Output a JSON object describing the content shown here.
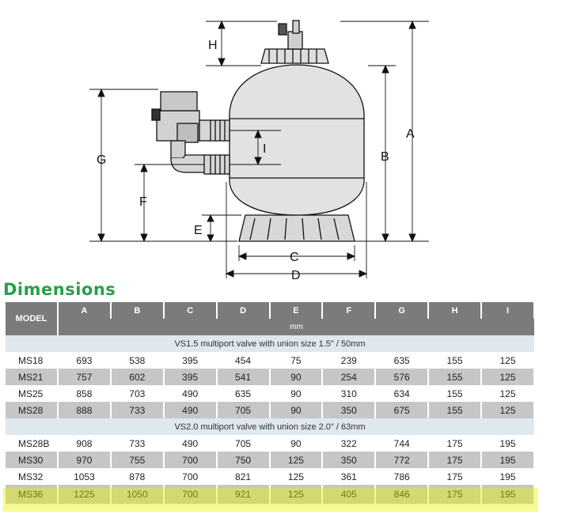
{
  "diagram": {
    "dimension_labels": [
      "A",
      "B",
      "C",
      "D",
      "E",
      "F",
      "G",
      "H",
      "I"
    ]
  },
  "section_title": "Dimensions",
  "table": {
    "model_header": "MODEL",
    "columns": [
      "A",
      "B",
      "C",
      "D",
      "E",
      "F",
      "G",
      "H",
      "I"
    ],
    "units": "mm",
    "groups": [
      {
        "title": "VS1.5 multiport valve with union size 1.5\" / 50mm",
        "rows": [
          {
            "model": "MS18",
            "values": [
              "693",
              "538",
              "395",
              "454",
              "75",
              "239",
              "635",
              "155",
              "125"
            ]
          },
          {
            "model": "MS21",
            "values": [
              "757",
              "602",
              "395",
              "541",
              "90",
              "254",
              "576",
              "155",
              "125"
            ]
          },
          {
            "model": "MS25",
            "values": [
              "858",
              "703",
              "490",
              "635",
              "90",
              "310",
              "634",
              "155",
              "125"
            ]
          },
          {
            "model": "MS28",
            "values": [
              "888",
              "733",
              "490",
              "705",
              "90",
              "350",
              "675",
              "155",
              "125"
            ]
          }
        ]
      },
      {
        "title": "VS2.0 multiport valve with union size 2.0\" / 63mm",
        "rows": [
          {
            "model": "MS28B",
            "values": [
              "908",
              "733",
              "490",
              "705",
              "90",
              "322",
              "744",
              "175",
              "195"
            ]
          },
          {
            "model": "MS30",
            "values": [
              "970",
              "755",
              "700",
              "750",
              "125",
              "350",
              "772",
              "175",
              "195"
            ]
          },
          {
            "model": "MS32",
            "values": [
              "1053",
              "878",
              "700",
              "821",
              "125",
              "361",
              "786",
              "175",
              "195"
            ]
          },
          {
            "model": "MS36",
            "values": [
              "1225",
              "1050",
              "700",
              "921",
              "125",
              "405",
              "846",
              "175",
              "195"
            ]
          }
        ]
      }
    ]
  },
  "colors": {
    "title_green": "#27a04a",
    "header_gray": "#7b7b7b",
    "row_shade": "#c6c6c6",
    "group_band": "#dfe7ef",
    "highlight": "#e6f000"
  }
}
